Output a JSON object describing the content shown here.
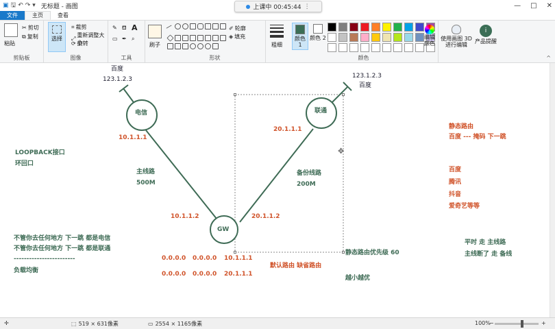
{
  "window": {
    "app_title": "无标题 - 画图",
    "recording_text": "上课中 00:45:44",
    "controls": [
      "—",
      "□",
      "✕"
    ]
  },
  "tabs": [
    "文件",
    "主页",
    "查看"
  ],
  "ribbon": {
    "clipboard": {
      "paste": "粘贴",
      "cut": "剪切",
      "copy": "复制",
      "label": "剪贴板"
    },
    "image": {
      "select": "选择",
      "crop": "裁剪",
      "resize": "重新调整大小",
      "rotate": "旋转",
      "label": "图像"
    },
    "tools": {
      "label": "工具"
    },
    "brushes": {
      "label": "刷子"
    },
    "shapes": {
      "outline": "轮廓",
      "fill": "填充",
      "label": "形状"
    },
    "size": {
      "label": "粗细"
    },
    "colors": {
      "color1": "颜色 1",
      "color2": "颜色 2",
      "edit": "编辑颜色",
      "label": "颜色",
      "palette": [
        "#000000",
        "#7f7f7f",
        "#880015",
        "#ed1c24",
        "#ff7f27",
        "#fff200",
        "#22b14c",
        "#00a2e8",
        "#3f48cc",
        "#a349a4",
        "#ffffff",
        "#c3c3c3",
        "#b97a57",
        "#ffaec9",
        "#ffc90e",
        "#efe4b0",
        "#b5e61d",
        "#99d9ea",
        "#7092be",
        "#c8bfe7",
        "#ffffff",
        "#ffffff",
        "#ffffff",
        "#ffffff",
        "#ffffff",
        "#ffffff",
        "#ffffff",
        "#ffffff",
        "#ffffff",
        "#ffffff"
      ]
    },
    "paint3d": "使用画图 3D 进行编辑",
    "product_alert": "产品提醒"
  },
  "diagram": {
    "top_left_label": "百度",
    "top_left_ip": "123.1.2.3",
    "top_right_ip": "123.1.2.3",
    "top_right_label": "百度",
    "node_telecom": "电信",
    "node_unicom": "联通",
    "node_gw": "GW",
    "ip_telecom": "10.1.1.1",
    "ip_unicom": "20.1.1.1",
    "ip_gw_left": "10.1.1.2",
    "ip_gw_right": "20.1.1.2",
    "main_line": "主线路",
    "main_bw": "500M",
    "backup_line": "备份线路",
    "backup_bw": "200M",
    "loopback": "LOOPBACK接口",
    "loopback_cn": "环回口",
    "rule1": "不管你去任何地方   下一跳  都是电信",
    "rule2": "不管你去任何地方   下一跳  都是联通",
    "divider": "------------------------",
    "load_balance": "负载均衡",
    "route1_a": "0.0.0.0",
    "route1_b": "0.0.0.0",
    "route1_c": "10.1.1.1",
    "route2_a": "0.0.0.0",
    "route2_b": "0.0.0.0",
    "route2_c": "20.1.1.1",
    "default_route": "默认路由   缺省路由",
    "static_priority": "静态路由优先级     60",
    "smaller_better": "越小越优",
    "static_route": "静态路由",
    "static_desc": "百度   ---  掩码     下一跳",
    "site1": "百度",
    "site2": "腾讯",
    "site3": "抖音",
    "site4": "爱奇艺等等",
    "normal": "平时   走   主线路",
    "broken": "主线断了  走 备线"
  },
  "status": {
    "selection_size": "519 × 631像素",
    "image_size": "2554 × 1165像素",
    "zoom": "100%"
  }
}
